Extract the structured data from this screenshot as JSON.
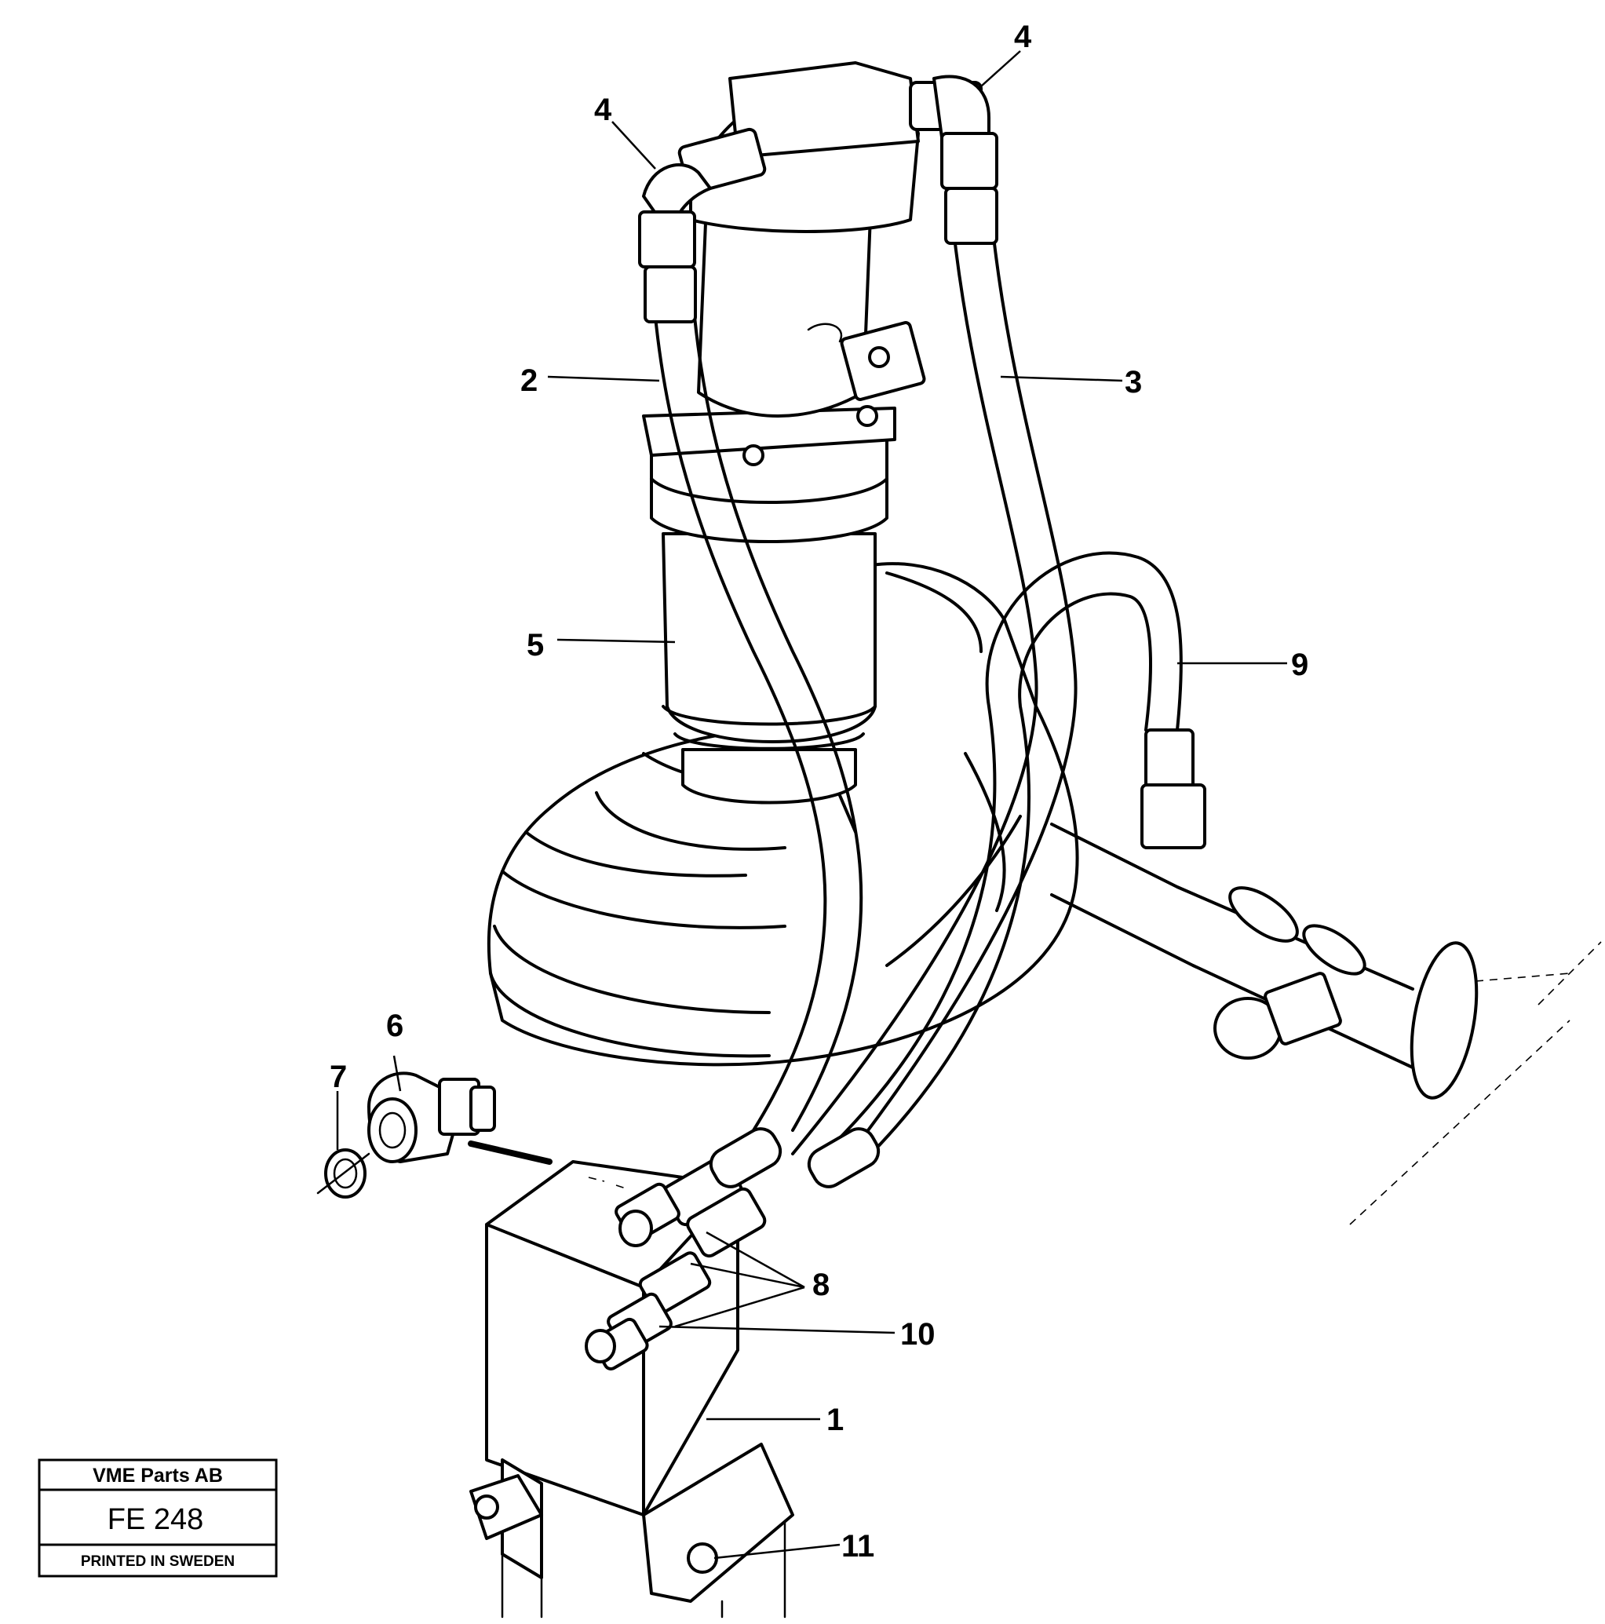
{
  "callouts": {
    "c1": "1",
    "c2": "2",
    "c3": "3",
    "c4a": "4",
    "c4b": "4",
    "c5": "5",
    "c6": "6",
    "c7": "7",
    "c8": "8",
    "c9": "9",
    "c10": "10",
    "c11": "11"
  },
  "stamp": {
    "company": "VME Parts AB",
    "code": "FE 248",
    "printed": "PRINTED IN SWEDEN"
  }
}
